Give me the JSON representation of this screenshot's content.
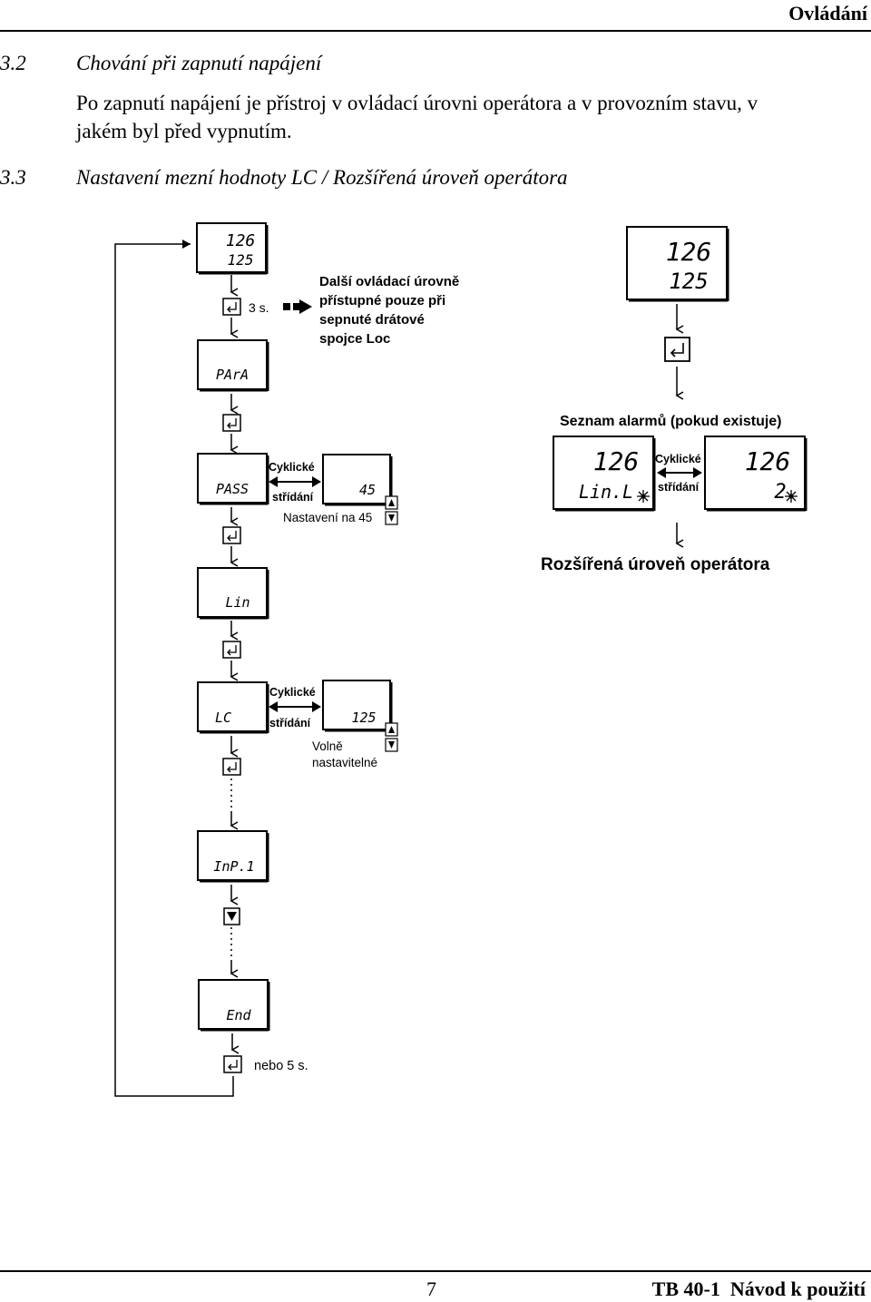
{
  "header": {
    "section_title": "Ovládání"
  },
  "section_3_2": {
    "number": "3.2",
    "title": "Chování při zapnutí napájení",
    "line1": "Po zapnutí napájení je přístroj v ovládací úrovni operátora a v provozním stavu, v",
    "line2": "jakém byl před vypnutím."
  },
  "section_3_3": {
    "number": "3.3",
    "title": "Nastavení mezní hodnoty LC / Rozšířená úroveň operátora"
  },
  "left_flow": {
    "start_display": {
      "line1": "126",
      "line2": "125"
    },
    "hold_label": "3 s.",
    "note": [
      "Další ovládací úrovně",
      "přístupné pouze při",
      "sepnuté drátové",
      "spojce Loc"
    ],
    "para_display": "PArA",
    "pass_display": "PASS",
    "pass_value": "45",
    "cycle_label_1": "Cyklické",
    "cycle_label_2": "střídání",
    "pass_caption": "Nastavení na 45",
    "lin_display": "Lin",
    "lc_display": "LC",
    "lc_value": "125",
    "lc_caption": [
      "Volně",
      "nastavitelné"
    ],
    "inp_display": "InP.1",
    "end_display": "End",
    "end_label": "nebo 5 s."
  },
  "right_flow": {
    "start_display": {
      "line1": "126",
      "line2": "125"
    },
    "alarm_list_label": "Seznam alarmů (pokud existuje)",
    "alarm_display_a": {
      "line1": "126",
      "line2": "Lin.L"
    },
    "alarm_display_b": {
      "line1": "126",
      "line2": "2"
    },
    "cycle_label_1": "Cyklické",
    "cycle_label_2": "střídání",
    "extended_label": "Rozšířená úroveň operátora"
  },
  "footer": {
    "page": "7",
    "doc": "TB 40-1  Návod k použití"
  }
}
